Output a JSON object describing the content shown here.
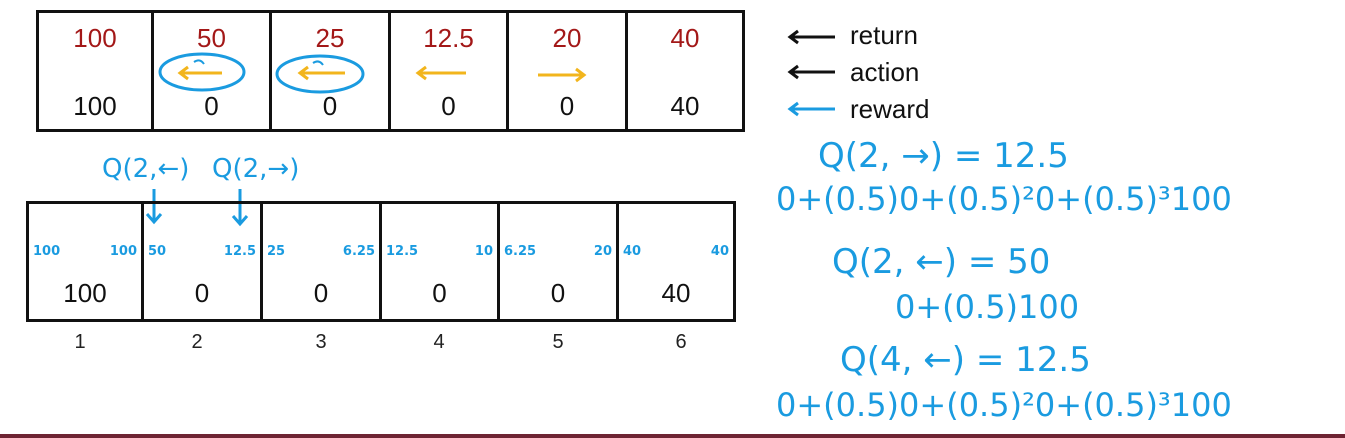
{
  "top_row": {
    "returns": [
      "100",
      "50",
      "25",
      "12.5",
      "20",
      "40"
    ],
    "rewards": [
      "100",
      "0",
      "0",
      "0",
      "0",
      "40"
    ],
    "actions": [
      "none",
      "left",
      "left",
      "left",
      "right",
      "none"
    ]
  },
  "legend": {
    "items": [
      {
        "label": "return",
        "color": "#111111"
      },
      {
        "label": "action",
        "color": "#111111"
      },
      {
        "label": "reward",
        "color": "#1a9be0"
      }
    ]
  },
  "annotations": {
    "q_left": "Q(2,←)",
    "q_right": "Q(2,→)"
  },
  "bottom_row": {
    "rewards": [
      "100",
      "0",
      "0",
      "0",
      "0",
      "40"
    ],
    "q_left": [
      "100",
      "50",
      "25",
      "12.5",
      "6.25",
      "40"
    ],
    "q_right": [
      "100",
      "12.5",
      "6.25",
      "10",
      "20",
      "40"
    ],
    "indices": [
      "1",
      "2",
      "3",
      "4",
      "5",
      "6"
    ]
  },
  "equations": {
    "eq1_title": "Q(2, →) = 12.5",
    "eq1_body": "0+(0.5)0+(0.5)²0+(0.5)³100",
    "eq2_title": "Q(2, ←) = 50",
    "eq2_body": "0+(0.5)100",
    "eq3_title": "Q(4, ←) = 12.5",
    "eq3_body": "0+(0.5)0+(0.5)²0+(0.5)³100"
  },
  "colors": {
    "return": "#a31818",
    "action": "#f2b51c",
    "handwriting": "#1a9be0"
  }
}
